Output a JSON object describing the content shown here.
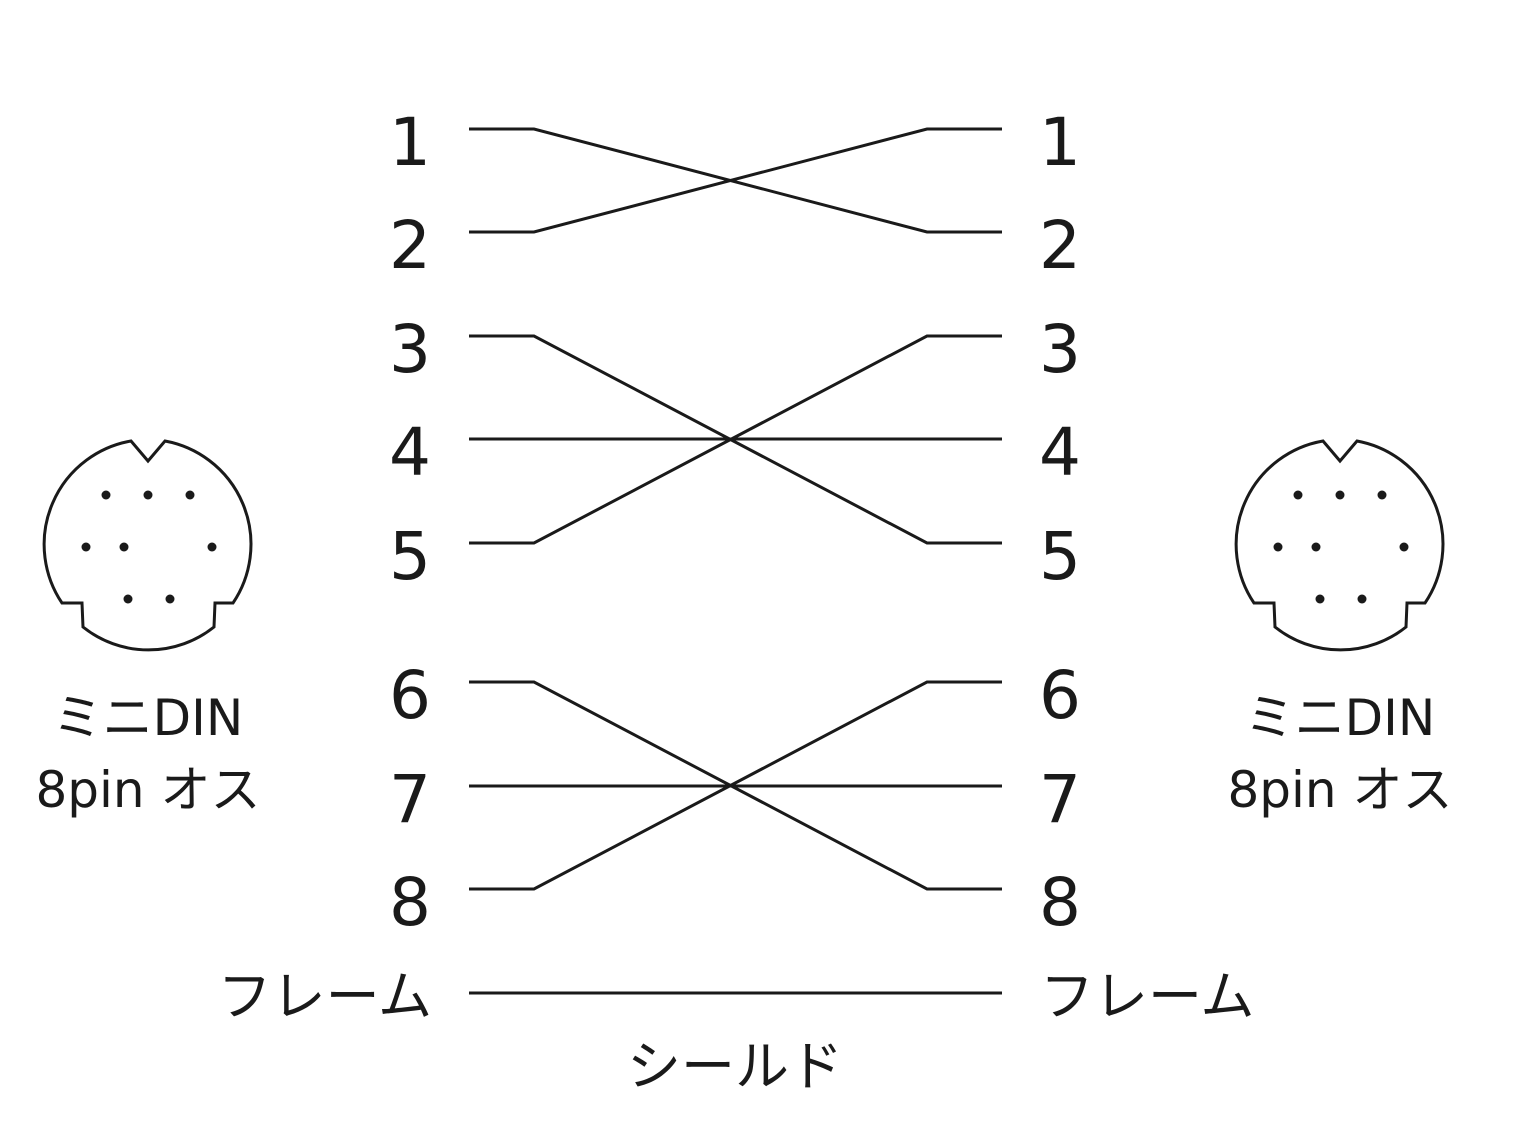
{
  "left_connector": {
    "line1": "ミニDIN",
    "line2": "8pin オス"
  },
  "right_connector": {
    "line1": "ミニDIN",
    "line2": "8pin オス"
  },
  "pins_left": [
    "1",
    "2",
    "3",
    "4",
    "5",
    "6",
    "7",
    "8"
  ],
  "pins_right": [
    "1",
    "2",
    "3",
    "4",
    "5",
    "6",
    "7",
    "8"
  ],
  "wiring": [
    [
      1,
      2
    ],
    [
      2,
      1
    ],
    [
      3,
      5
    ],
    [
      4,
      4
    ],
    [
      5,
      3
    ],
    [
      6,
      8
    ],
    [
      7,
      7
    ],
    [
      8,
      6
    ]
  ],
  "frame_left": "フレーム",
  "frame_right": "フレーム",
  "shield_label": "シールド",
  "line_color": "#1a1a1a"
}
